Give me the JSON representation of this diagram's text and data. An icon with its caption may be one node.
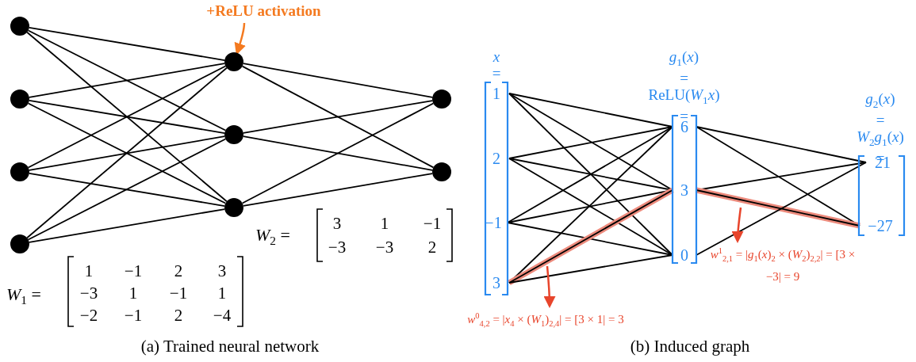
{
  "diagram": {
    "nodes": [
      {
        "text": [],
        "shape": "circle"
      },
      {
        "text": [],
        "shape": "circle"
      },
      {
        "text": [],
        "shape": "circle"
      },
      {
        "text": [],
        "shape": "circle"
      },
      {
        "text": [],
        "shape": "circle"
      },
      {
        "text": [],
        "shape": "circle"
      },
      {
        "text": [],
        "shape": "circle"
      },
      {
        "text": [],
        "shape": "circle"
      },
      {
        "text": [],
        "shape": "circle"
      },
      {
        "text": [
          "+ReLU activation"
        ]
      },
      {
        "text": [
          "*x* ="
        ]
      },
      {
        "text": [
          "1"
        ],
        "in": 10
      },
      {
        "text": [
          "2"
        ],
        "in": 10
      },
      {
        "text": [
          "−1"
        ],
        "in": 10
      },
      {
        "text": [
          "3"
        ],
        "in": 10
      },
      {
        "text": [
          "*g*$_{1}$(*x*) = ReLU(*W*$_{1}$*x*) ="
        ]
      },
      {
        "text": [
          "6"
        ],
        "in": 15
      },
      {
        "text": [
          "3"
        ],
        "in": 15
      },
      {
        "text": [
          "0"
        ],
        "in": 15
      },
      {
        "text": [
          "*g*$_{2}$(*x*) = *W*$_{2}$*g*$_{1}$(*x*) ="
        ]
      },
      {
        "text": [
          "21"
        ],
        "in": 19
      },
      {
        "text": [
          "−27"
        ],
        "in": 19
      },
      {
        "text": [
          "*w*$^{1}$$_{2,1}$ = |*g*$_{1}$(*x*)$_{2}$ × (*W*$_{2}$)$_{2,2}$| = [3 × −3| = 9"
        ]
      },
      {
        "text": [
          "*w*$^{0}$$_{4,2}$ = |*x*$_{4}$ × (*W*$_{1}$)$_{2,4}$| = [3 × 1| = 3"
        ]
      }
    ],
    "edges": [
      {
        "from": 0,
        "to": 4,
        "arrow": "none"
      },
      {
        "from": 0,
        "to": 5,
        "arrow": "none"
      },
      {
        "from": 0,
        "to": 6,
        "arrow": "none"
      },
      {
        "from": 1,
        "to": 4,
        "arrow": "none"
      },
      {
        "from": 1,
        "to": 5,
        "arrow": "none"
      },
      {
        "from": 1,
        "to": 6,
        "arrow": "none"
      },
      {
        "from": 2,
        "to": 4,
        "arrow": "none"
      },
      {
        "from": 2,
        "to": 5,
        "arrow": "none"
      },
      {
        "from": 2,
        "to": 6,
        "arrow": "none"
      },
      {
        "from": 3,
        "to": 4,
        "arrow": "none"
      },
      {
        "from": 3,
        "to": 5,
        "arrow": "none"
      },
      {
        "from": 3,
        "to": 6,
        "arrow": "none"
      },
      {
        "from": 4,
        "to": 7,
        "arrow": "none"
      },
      {
        "from": 4,
        "to": 8,
        "arrow": "none"
      },
      {
        "from": 5,
        "to": 7,
        "arrow": "none"
      },
      {
        "from": 5,
        "to": 8,
        "arrow": "none"
      },
      {
        "from": 6,
        "to": 7,
        "arrow": "none"
      },
      {
        "from": 6,
        "to": 8,
        "arrow": "none"
      },
      {
        "from": 9,
        "to": 4,
        "arrow": "to",
        "color": "#f47a20"
      },
      {
        "from": 11,
        "to": 16,
        "arrow": "none"
      },
      {
        "from": 11,
        "to": 17,
        "arrow": "none"
      },
      {
        "from": 11,
        "to": 18,
        "arrow": "none"
      },
      {
        "from": 12,
        "to": 16,
        "arrow": "none"
      },
      {
        "from": 12,
        "to": 17,
        "arrow": "none"
      },
      {
        "from": 12,
        "to": 18,
        "arrow": "none"
      },
      {
        "from": 13,
        "to": 16,
        "arrow": "none"
      },
      {
        "from": 13,
        "to": 17,
        "arrow": "none"
      },
      {
        "from": 13,
        "to": 18,
        "arrow": "none"
      },
      {
        "from": 14,
        "to": 16,
        "arrow": "none"
      },
      {
        "from": 14,
        "to": 17,
        "arrow": "none",
        "style": "thick",
        "color": "#ec8a7c"
      },
      {
        "from": 14,
        "to": 18,
        "arrow": "none"
      },
      {
        "from": 16,
        "to": 20,
        "arrow": "none"
      },
      {
        "from": 16,
        "to": 21,
        "arrow": "none"
      },
      {
        "from": 17,
        "to": 20,
        "arrow": "none"
      },
      {
        "from": 17,
        "to": 21,
        "arrow": "none",
        "style": "thick",
        "color": "#ec8a7c"
      },
      {
        "from": 18,
        "to": 20,
        "arrow": "none"
      },
      {
        "from": null,
        "to": 22,
        "arrow": "to",
        "color": "#e8452c"
      },
      {
        "from": null,
        "to": 23,
        "arrow": "to",
        "color": "#e8452c"
      }
    ],
    "labels": [
      "*W*$_{2}$ =",
      "3",
      "1",
      "−1",
      "−3",
      "−3",
      "2",
      "*W*$_{1}$ =",
      "1",
      "−1",
      "2",
      "3",
      "−3",
      "1",
      "−1",
      "1",
      "−2",
      "−1",
      "2",
      "−4",
      "(a) Trained neural network",
      "(b) Induced graph"
    ]
  }
}
